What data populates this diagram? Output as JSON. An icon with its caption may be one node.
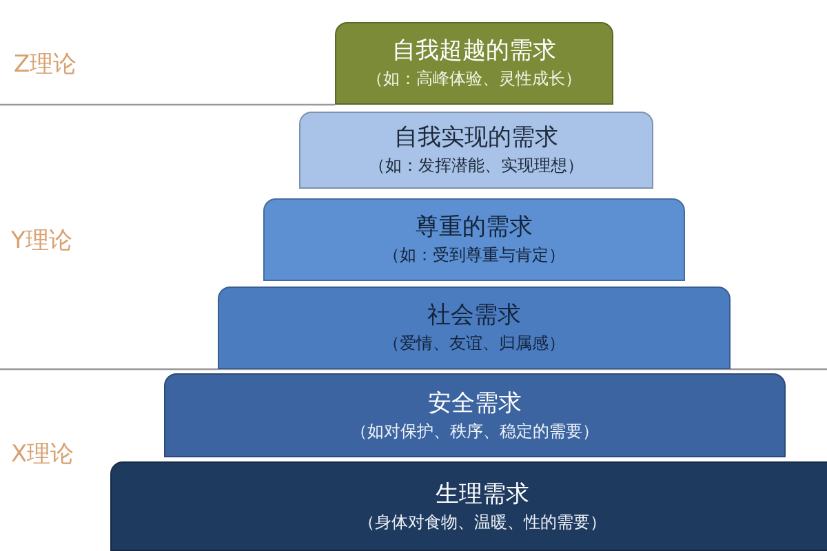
{
  "diagram": {
    "nodes": [
      {
        "text": [
          "自我超越的需求",
          "（如：高峰体验、灵性成长）"
        ]
      },
      {
        "text": [
          "自我实现的需求",
          "（如：发挥潜能、实现理想）"
        ]
      },
      {
        "text": [
          "尊重的需求",
          "（如：受到尊重与肯定）"
        ]
      },
      {
        "text": [
          "社会需求",
          "（爱情、友谊、归属感）"
        ]
      },
      {
        "text": [
          "安全需求",
          "（如对保护、秩序、稳定的需要）"
        ]
      },
      {
        "text": [
          "生理需求",
          "（身体对食物、温暖、性的需要）"
        ]
      }
    ],
    "labels": [
      "Z理论",
      "Y理论",
      "X理论"
    ]
  }
}
